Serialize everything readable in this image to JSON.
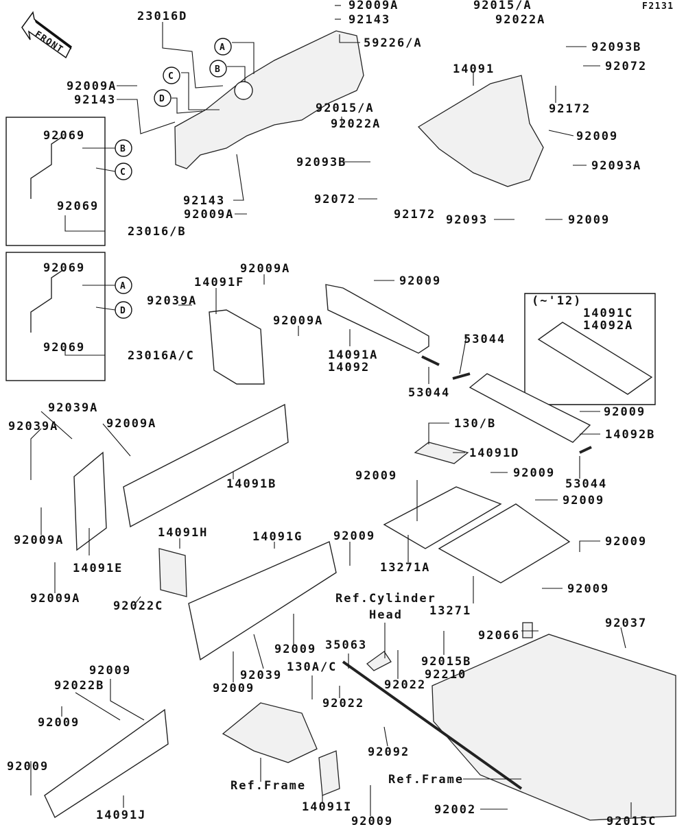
{
  "diagram_code": "F2131",
  "front_arrow": "FRONT",
  "callouts": [
    "A",
    "B",
    "C",
    "D",
    "B",
    "C",
    "A",
    "D"
  ],
  "labels": [
    "23016D",
    "92009A",
    "92143",
    "59226/A",
    "92015/A",
    "92022A",
    "92093B",
    "92072",
    "14091",
    "92172",
    "92009A",
    "92143",
    "92015/A",
    "92022A",
    "92009",
    "92093B",
    "92093A",
    "92072",
    "92172",
    "92093",
    "92009",
    "92143",
    "92009A",
    "92069",
    "92069",
    "23016/B",
    "92069",
    "92069",
    "23016A/C",
    "14091F",
    "92009A",
    "92039A",
    "92009A",
    "92009",
    "14091A",
    "14092",
    "53044",
    "53044",
    "(~'12)",
    "14091C",
    "14092A",
    "92009",
    "130/B",
    "14091D",
    "14092B",
    "53044",
    "92039A",
    "92039A",
    "92009A",
    "14091B",
    "92009",
    "92009",
    "92009",
    "92009A",
    "14091E",
    "92009A",
    "14091H",
    "14091G",
    "92009",
    "92022C",
    "13271A",
    "92009",
    "92009",
    "13271",
    "Ref.Cylinder",
    "Head",
    "92066",
    "92037",
    "35063",
    "92015B",
    "92210",
    "92009",
    "92039",
    "92009",
    "130A/C",
    "92022",
    "92022",
    "92009",
    "92022B",
    "92009",
    "92009",
    "92092",
    "Ref.Frame",
    "Ref.Frame",
    "14091I",
    "92009",
    "92002",
    "92015C",
    "14091J"
  ]
}
